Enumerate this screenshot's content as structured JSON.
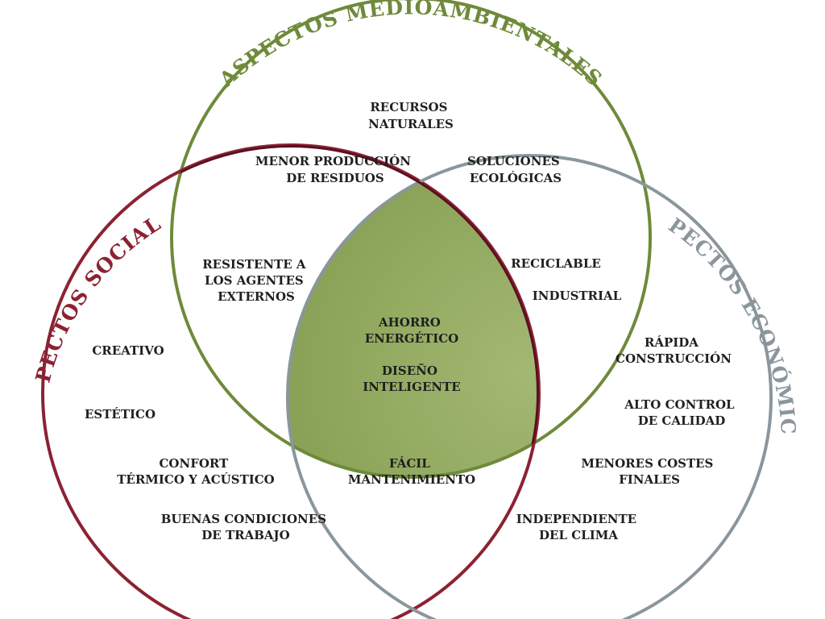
{
  "diagram": {
    "sets": {
      "environmental": {
        "title": "ASPECTOS MEDIOAMBIENTALES",
        "color": "#6e8a3a"
      },
      "social": {
        "title": "ASPECTOS SOCIALES",
        "color": "#8b2232"
      },
      "economic": {
        "title": "ASPECTOS ECONÓMICOS",
        "color": "#8a969c"
      }
    },
    "center_fill": "#8da55a",
    "labels": {
      "recursos": [
        "RECURSOS",
        "NATURALES"
      ],
      "residuos": [
        "MENOR PRODUCCIÓN",
        "DE RESIDUOS"
      ],
      "ecologicas": [
        "SOLUCIONES",
        "ECOLÓGICAS"
      ],
      "resistente": [
        "RESISTENTE A",
        "LOS AGENTES",
        "EXTERNOS"
      ],
      "reciclable": [
        "RECICLABLE"
      ],
      "industrial": [
        "INDUSTRIAL"
      ],
      "ahorro": [
        "AHORRO",
        "ENERGÉTICO"
      ],
      "diseno": [
        "DISEÑO",
        "INTELIGENTE"
      ],
      "creativo": [
        "CREATIVO"
      ],
      "estetico": [
        "ESTÉTICO"
      ],
      "confort": [
        "CONFORT",
        "TÉRMICO Y ACÚSTICO"
      ],
      "buenas": [
        "BUENAS CONDICIONES",
        "DE TRABAJO"
      ],
      "facil": [
        "FÁCIL",
        "MANTENIMIENTO"
      ],
      "rapida": [
        "RÁPIDA",
        "CONSTRUCCIÓN"
      ],
      "alto": [
        "ALTO CONTROL",
        "DE CALIDAD"
      ],
      "menores": [
        "MENORES COSTES",
        "FINALES"
      ],
      "independiente": [
        "INDEPENDIENTE",
        "DEL CLIMA"
      ]
    }
  }
}
